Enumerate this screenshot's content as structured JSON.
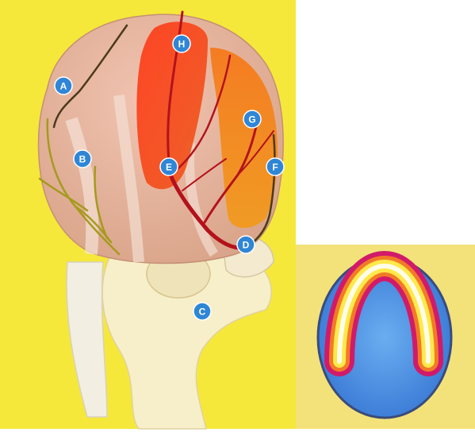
{
  "colors": {
    "background": "#f5e83a",
    "inset_background": "#f3e27a",
    "marker_fill": "#2f86d6",
    "marker_stroke": "#ffffff",
    "artery": "#b3121c",
    "vein": "#4a3a1a",
    "nerve": "#a59a1d"
  },
  "markers": [
    {
      "id": "A",
      "label": "A"
    },
    {
      "id": "B",
      "label": "B"
    },
    {
      "id": "C",
      "label": "C"
    },
    {
      "id": "D",
      "label": "D"
    },
    {
      "id": "E",
      "label": "E"
    },
    {
      "id": "F",
      "label": "F"
    },
    {
      "id": "G",
      "label": "G"
    },
    {
      "id": "H",
      "label": "H"
    }
  ]
}
